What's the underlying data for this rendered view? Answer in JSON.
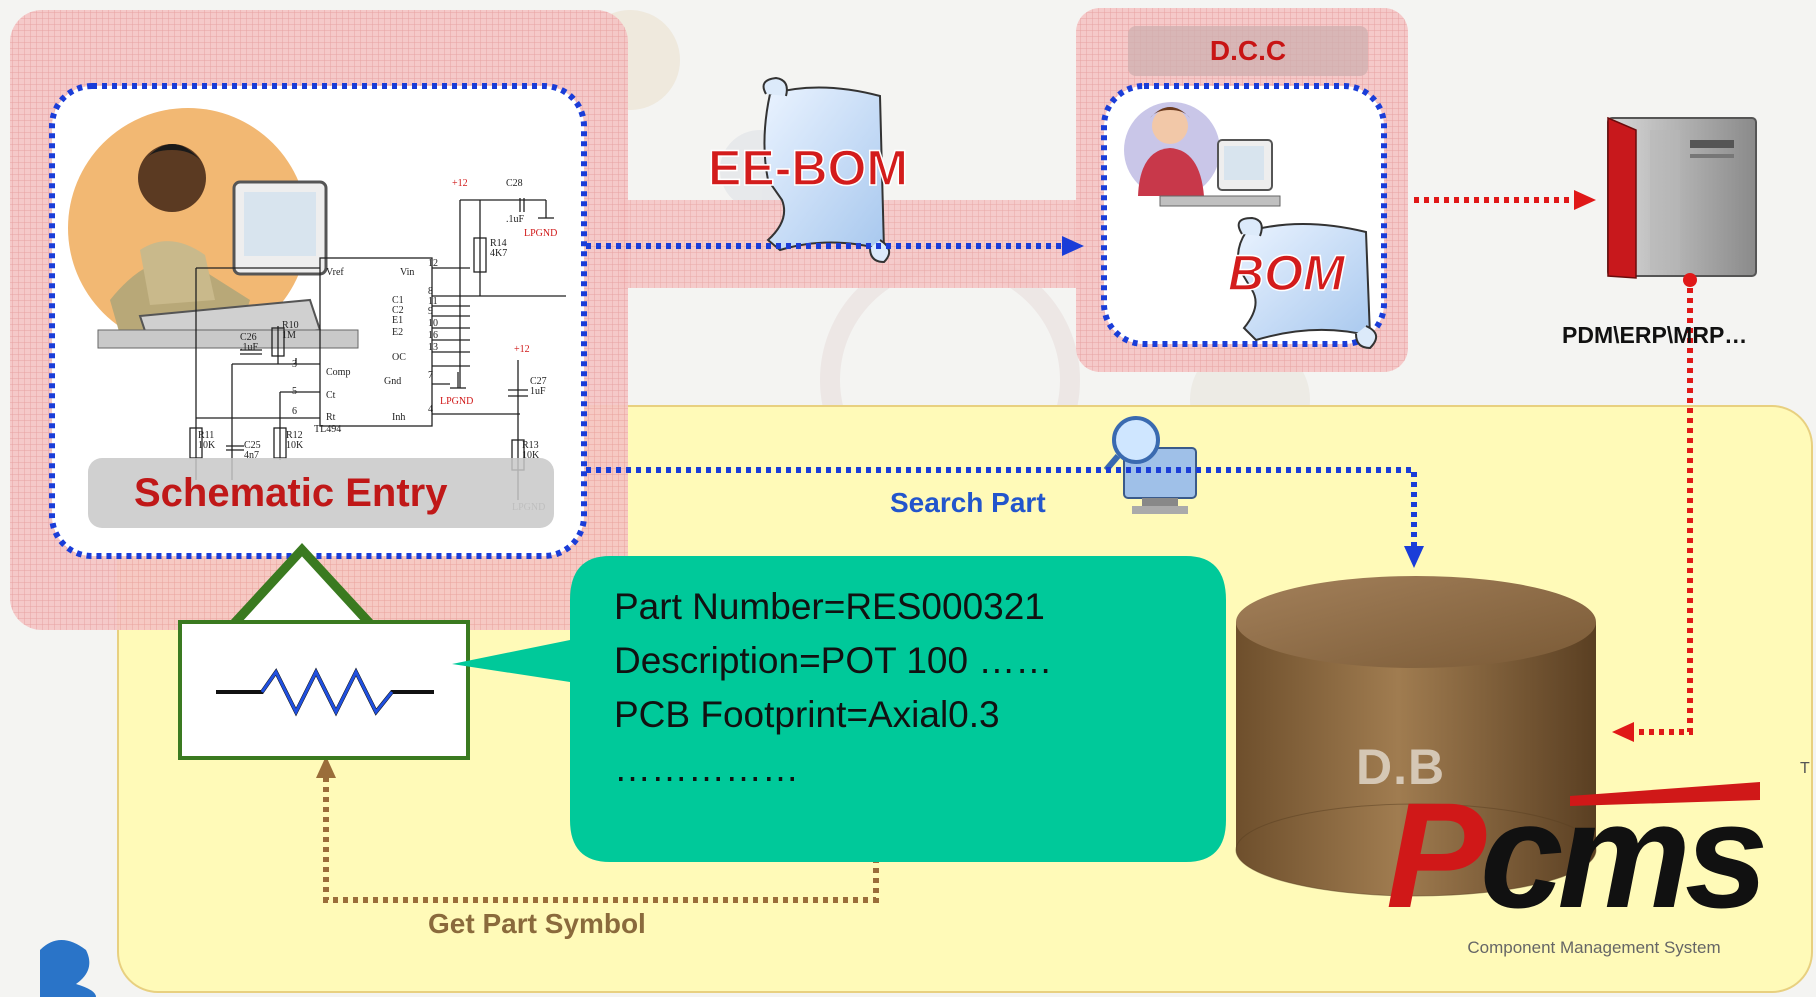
{
  "diagram": {
    "schematic_entry_label": "Schematic Entry",
    "ee_bom_label": "EE-BOM",
    "bom_label": "BOM",
    "dcc_label": "D.C.C",
    "erp_label": "PDM\\ERP\\MRP…",
    "search_part_label": "Search Part",
    "get_part_symbol_label": "Get Part Symbol",
    "db_label": "D.B",
    "part_info": [
      "Part Number=RES000321",
      "Description=POT 100 ……",
      "PCB Footprint=Axial0.3",
      "……………"
    ],
    "logo": {
      "letter_p": "P",
      "letters_rest": "cms",
      "tagline": "Component Management System",
      "trademark": "T"
    },
    "schematic_details": {
      "power": "+12",
      "chip": "TL494",
      "ground": "LPGND",
      "pins": [
        "Vref",
        "Vin",
        "C1",
        "C2",
        "E1",
        "E2",
        "OC",
        "Gnd",
        "Comp",
        "Ct",
        "Rt",
        "Inh"
      ],
      "pin_numbers": [
        "12",
        "8",
        "11",
        "9",
        "10",
        "16",
        "13",
        "7",
        "3",
        "5",
        "6",
        "4"
      ],
      "components": [
        "C28",
        ".1uF",
        "R14",
        "4K7",
        "R10",
        "1M",
        "C26",
        ".1uF",
        "R11",
        "10K",
        "C25",
        "4n7",
        "R12",
        "10K",
        "C27",
        "1uF",
        "R13",
        "10K"
      ]
    },
    "colors": {
      "pink_zone": "#f3c0c0",
      "yellow_zone": "#fffab4",
      "dotted_blue": "#1a3dd8",
      "dotted_red": "#e01818",
      "dotted_brown": "#9a6d3a",
      "callout_green": "#00c99a",
      "db_brown": "#8b6840"
    }
  }
}
